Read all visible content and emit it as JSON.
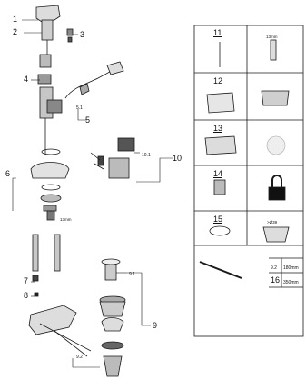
{
  "callouts": {
    "c1": "1",
    "c2": "2",
    "c3": "3",
    "c4": "4",
    "c51": "5.1",
    "c5": "5",
    "c6": "6",
    "c13mm": "13mm",
    "c101": "10.1",
    "c10": "10",
    "c7": "7",
    "c8": "8",
    "c91": "9.1",
    "c9": "9",
    "c92": "9.2"
  },
  "table": {
    "r11": {
      "num": "11",
      "note": "13mm"
    },
    "r12": {
      "num": "12"
    },
    "r13": {
      "num": "13"
    },
    "r14": {
      "num": "14"
    },
    "r15": {
      "num": "15",
      "note": ">Ø39"
    },
    "r16": {
      "num": "16",
      "sub": "9.2",
      "len1": "180mm",
      "len2": "350mm"
    }
  },
  "colors": {
    "line": "#1a1a1a",
    "fill": "#bdbdbd",
    "dark": "#3a3a3a"
  }
}
